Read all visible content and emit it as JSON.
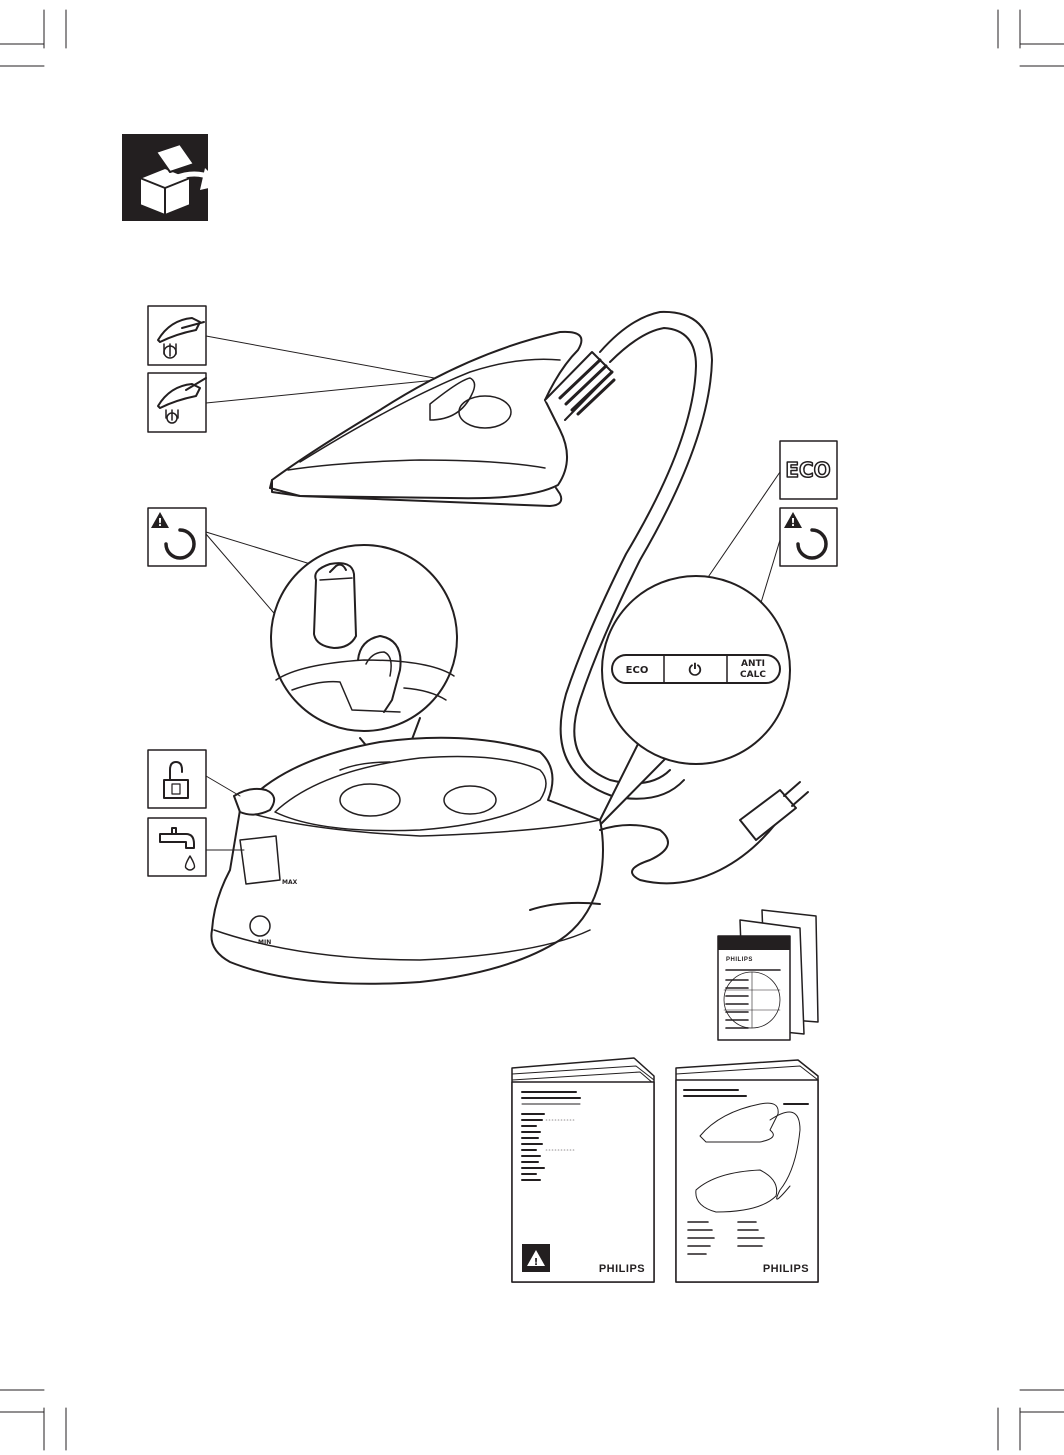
{
  "panel": {
    "eco_label": "ECO",
    "power_symbol": "⏻",
    "anticalc_line1": "ANTI",
    "anticalc_line2": "CALC"
  },
  "icons": {
    "eco_text": "ECO",
    "warning_glyph": "!"
  },
  "base": {
    "max_label": "MAX",
    "min_label": "MIN"
  },
  "documents": {
    "brand": "PHILIPS",
    "warning_glyph": "!"
  },
  "colors": {
    "ink": "#231f20",
    "icon_bg": "#231f20",
    "paper": "#ffffff"
  }
}
